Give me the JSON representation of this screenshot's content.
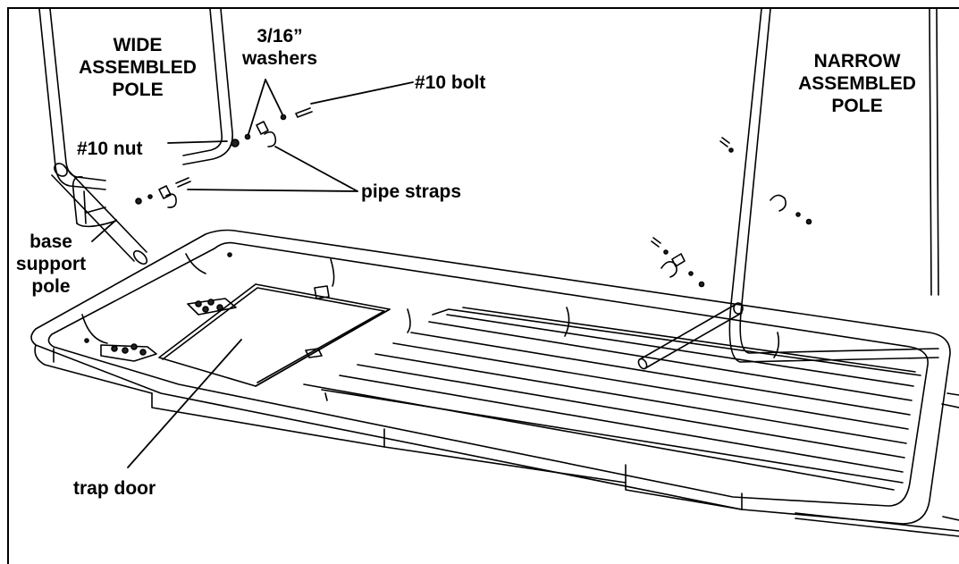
{
  "labels": {
    "wide_pole": [
      "WIDE",
      "ASSEMBLED",
      "POLE"
    ],
    "narrow_pole": [
      "NARROW",
      "ASSEMBLED",
      "POLE"
    ],
    "washers": [
      "3/16”",
      "washers"
    ],
    "bolt": "#10 bolt",
    "nut": "#10 nut",
    "pipe_straps": "pipe straps",
    "base_support_pole": [
      "base",
      "support",
      "pole"
    ],
    "trap_door": "trap door"
  },
  "colors": {
    "line": "#000000",
    "background": "#ffffff",
    "hardware_fill": "#222222"
  }
}
